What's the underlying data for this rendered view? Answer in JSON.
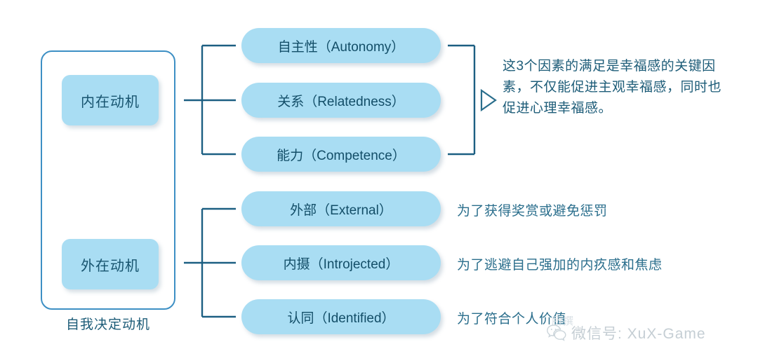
{
  "diagram": {
    "caption": "自我决定动机",
    "categories": [
      {
        "id": "intrinsic",
        "label": "内在动机"
      },
      {
        "id": "extrinsic",
        "label": "外在动机"
      }
    ],
    "intrinsic_items": [
      "自主性（Autonomy）",
      "关系（Relatedness）",
      "能力（Competence）"
    ],
    "extrinsic_items": [
      "外部（External）",
      "内摄（Introjected）",
      "认同（Identified）"
    ],
    "intrinsic_note": "这3个因素的满足是幸福感的关键因素，不仅能促进主观幸福感，同时也促进心理幸福感。",
    "extrinsic_notes": [
      "为了获得奖赏或避免惩罚",
      "为了逃避自己强加的内疚感和焦虑",
      "为了符合个人价值"
    ],
    "marker_icon": "triangle-right-icon"
  },
  "watermark": {
    "icon": "wechat-icon",
    "text": "微信号: XuX-Game",
    "faint_text": "所撰"
  },
  "colors": {
    "pill_fill": "#a9ddf3",
    "pill_text": "#134e68",
    "border": "#3d8fc4",
    "line": "#1c5f82",
    "note_text": "#1d5c78",
    "background": "#ffffff"
  }
}
